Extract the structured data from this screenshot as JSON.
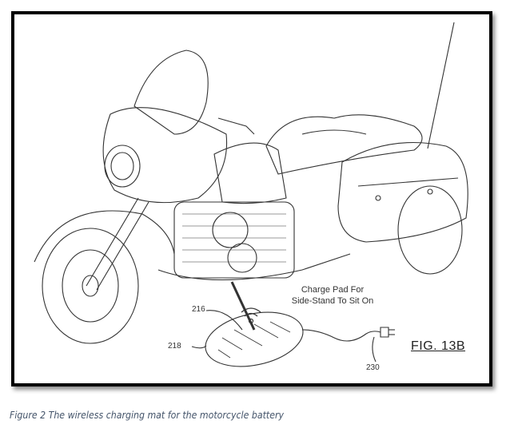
{
  "figure": {
    "note_line1": "Charge Pad For",
    "note_line2": "Side-Stand To Sit On",
    "ref_stand": "216",
    "ref_pad": "218",
    "ref_plug": "230",
    "fig_label": "FIG. 13B"
  },
  "caption": "Figure 2 The wireless charging mat for the motorcycle battery"
}
